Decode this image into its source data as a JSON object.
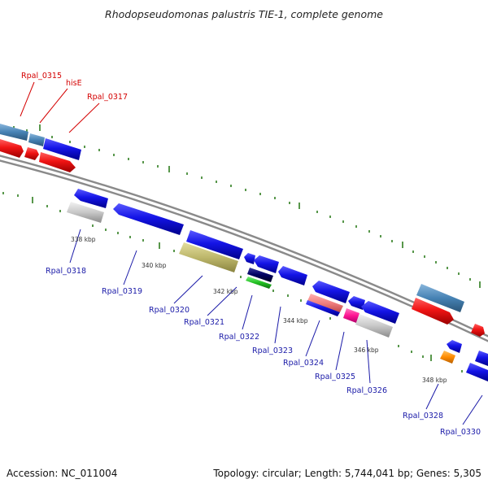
{
  "header": {
    "title": "Rhodopseudomonas palustris TIE-1, complete genome"
  },
  "footer": {
    "accession": "Accession: NC_011004",
    "topology": "Topology: circular; Length: 5,744,041 bp; Genes: 5,305"
  },
  "colors": {
    "backbone": "#8a8a8a",
    "tick": "#2e7d1e",
    "label_top": "#d40000",
    "label_bottom": "#1a1aa8",
    "gene_blue": "#1414e6",
    "gene_red": "#f01414",
    "gene_steel": "#4682b4",
    "gene_grey": "#c8c8c8",
    "gene_khaki": "#bdb76b",
    "gene_pink": "#ff1493",
    "gene_orange": "#ff8c00"
  },
  "kbp_labels": [
    "338 kbp",
    "340 kbp",
    "342 kbp",
    "344 kbp",
    "346 kbp",
    "348 kbp"
  ],
  "top_labels": [
    "Rpal_0315",
    "hisE",
    "Rpal_0317"
  ],
  "bottom_labels": [
    "Rpal_0318",
    "Rpal_0319",
    "Rpal_0320",
    "Rpal_0321",
    "Rpal_0322",
    "Rpal_0323",
    "Rpal_0324",
    "Rpal_0325",
    "Rpal_0326",
    "Rpal_0328",
    "Rpal_0330"
  ]
}
